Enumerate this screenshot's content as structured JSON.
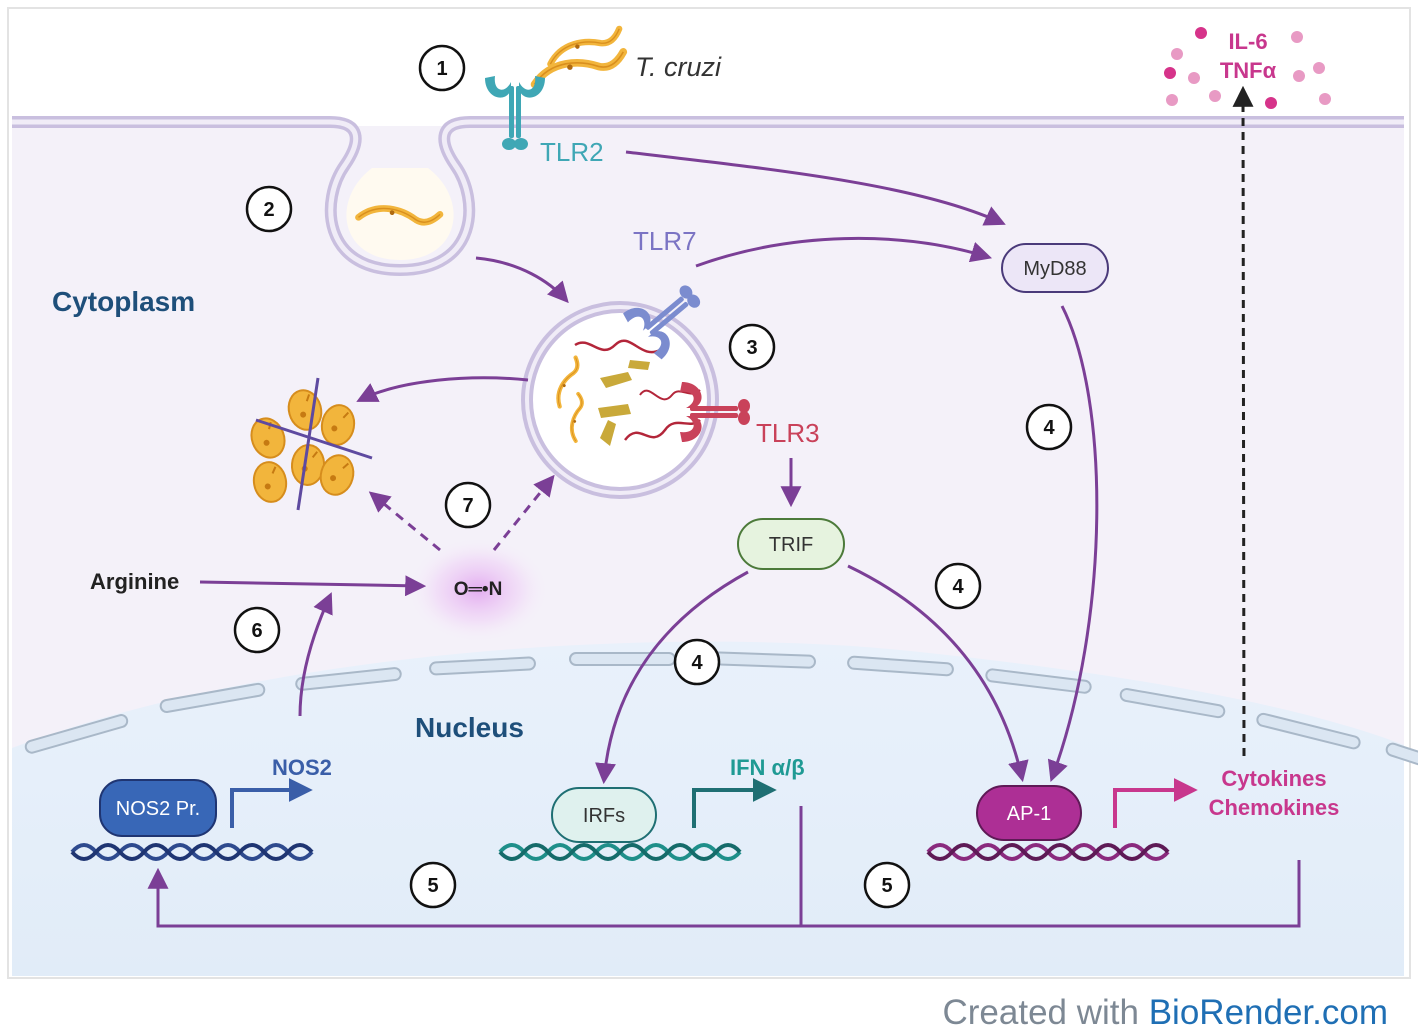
{
  "labels": {
    "t_cruzi": "T. cruzi",
    "tlr2": "TLR2",
    "tlr7": "TLR7",
    "tlr3": "TLR3",
    "myd88": "MyD88",
    "trif": "TRIF",
    "cytoplasm": "Cytoplasm",
    "nucleus": "Nucleus",
    "arginine": "Arginine",
    "no": "O═•N",
    "nos2_promoter": "NOS2 Pr.",
    "nos2": "NOS2",
    "irfs": "IRFs",
    "ifn": "IFN α/β",
    "ap1": "AP-1",
    "cytokines": "Cytokines",
    "chemokines": "Chemokines",
    "il6": "IL-6",
    "tnfa": "TNFα"
  },
  "steps": {
    "s1": "1",
    "s2": "2",
    "s3": "3",
    "s4a": "4",
    "s4b": "4",
    "s4c": "4",
    "s5a": "5",
    "s5b": "5",
    "s6": "6",
    "s7": "7"
  },
  "footer": {
    "prefix": "Created with ",
    "brand": "BioRender.com"
  },
  "colors": {
    "arrow": "#7b3f96",
    "tlr2": "#3fa7b5",
    "tlr7": "#7b74c4",
    "tlr3": "#c9425a",
    "cytoplasm_label": "#1e4f7a",
    "cytokine": "#c8378d",
    "ifn": "#1f9a94",
    "nos2": "#3a5ea8",
    "parasite": "#f2b53c"
  }
}
